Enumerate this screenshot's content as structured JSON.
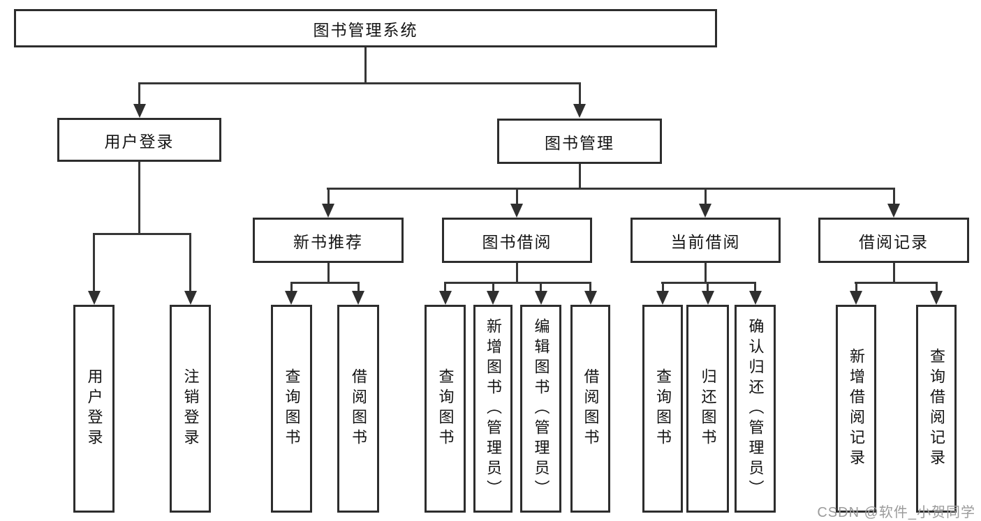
{
  "tree": {
    "label": "图书管理系统",
    "children": [
      {
        "label": "用户登录",
        "children": [
          {
            "label": "用户登录"
          },
          {
            "label": "注销登录"
          }
        ]
      },
      {
        "label": "图书管理",
        "children": [
          {
            "label": "新书推荐",
            "children": [
              {
                "label": "查询图书"
              },
              {
                "label": "借阅图书"
              }
            ]
          },
          {
            "label": "图书借阅",
            "children": [
              {
                "label": "查询图书"
              },
              {
                "label": "新增图书（管理员）"
              },
              {
                "label": "编辑图书（管理员）"
              },
              {
                "label": "借阅图书"
              }
            ]
          },
          {
            "label": "当前借阅",
            "children": [
              {
                "label": "查询图书"
              },
              {
                "label": "归还图书"
              },
              {
                "label": "确认归还（管理员）"
              }
            ]
          },
          {
            "label": "借阅记录",
            "children": [
              {
                "label": "新增借阅记录"
              },
              {
                "label": "查询借阅记录"
              }
            ]
          }
        ]
      }
    ]
  },
  "watermark": "CSDN @软件_小贺同学",
  "colors": {
    "background": "#ffffff",
    "box_border": "#2d2d2d",
    "connector_line": "#363636",
    "arrow": "#2f2f2f",
    "text": "#141414",
    "watermark_text": "#9b9b9b"
  }
}
